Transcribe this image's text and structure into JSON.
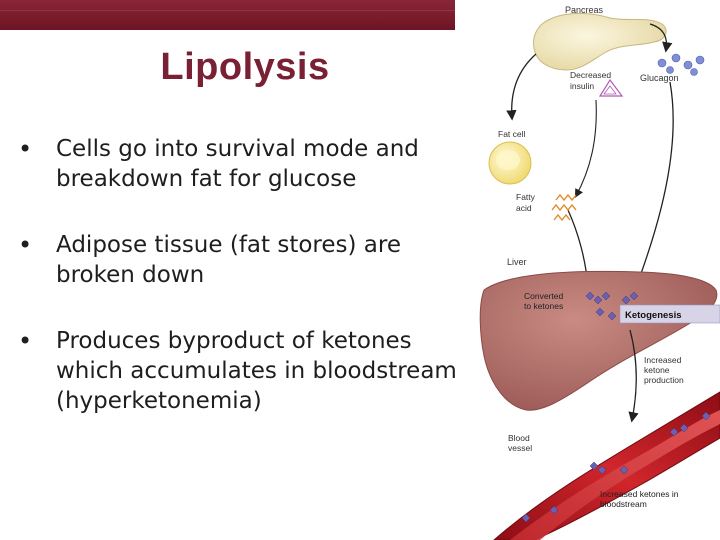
{
  "slide": {
    "title": "Lipolysis",
    "bullets": [
      "Cells go into survival mode and breakdown fat for glucose",
      "Adipose tissue (fat stores) are broken down",
      "Produces byproduct of ketones which accumulates in bloodstream (hyperketonemia)"
    ]
  },
  "diagram": {
    "labels": {
      "pancreas": "Pancreas",
      "decreased_insulin": [
        "Decreased",
        "insulin"
      ],
      "glucagon": "Glucagon",
      "fat_cell": "Fat cell",
      "fatty_acid": [
        "Fatty",
        "acid"
      ],
      "liver": "Liver",
      "converted": [
        "Converted",
        "to ketones"
      ],
      "ketogenesis": "Ketogenesis",
      "increased_production": [
        "Increased",
        "ketone",
        "production"
      ],
      "blood_vessel": [
        "Blood",
        "vessel"
      ],
      "increased_blood": [
        "Increased ketones in",
        "bloodstream"
      ]
    },
    "colors": {
      "header_bar": "#7a1c2e",
      "title": "#7a2035",
      "pancreas": "#f1e6b8",
      "liver": "#b7746f",
      "blood_vessel": "#b3141e",
      "ketone": "#6b5fb0",
      "glucagon": "#7f8fd6"
    }
  }
}
